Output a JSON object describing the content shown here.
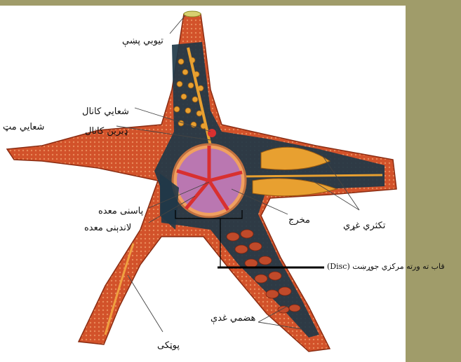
{
  "colors": {
    "page_background": "#a09c6a",
    "panel_background": "#ffffff",
    "starfish_skin": "#d2522a",
    "interior": "#203848",
    "stomach": "#b070c0",
    "gonads": "#e8a030",
    "digestive_glands": "#c04a2a"
  },
  "labels": {
    "tube_feet": "تيوبي پښې",
    "radial_canal": "شعايي کانال",
    "ring_canal": "ډبرين کانال",
    "ray": "شعايي مټ",
    "pyloric_stomach": "پاسنی معده",
    "cardiac_stomach": "لاندېنی معده",
    "anus": "مخرج",
    "gonads": "تکثري غړي",
    "central_disc": "قاب ته ورته مرکزي جوړښت (Disc)",
    "digestive_glands": "هضمي غدې",
    "skin": "پوټکی"
  }
}
